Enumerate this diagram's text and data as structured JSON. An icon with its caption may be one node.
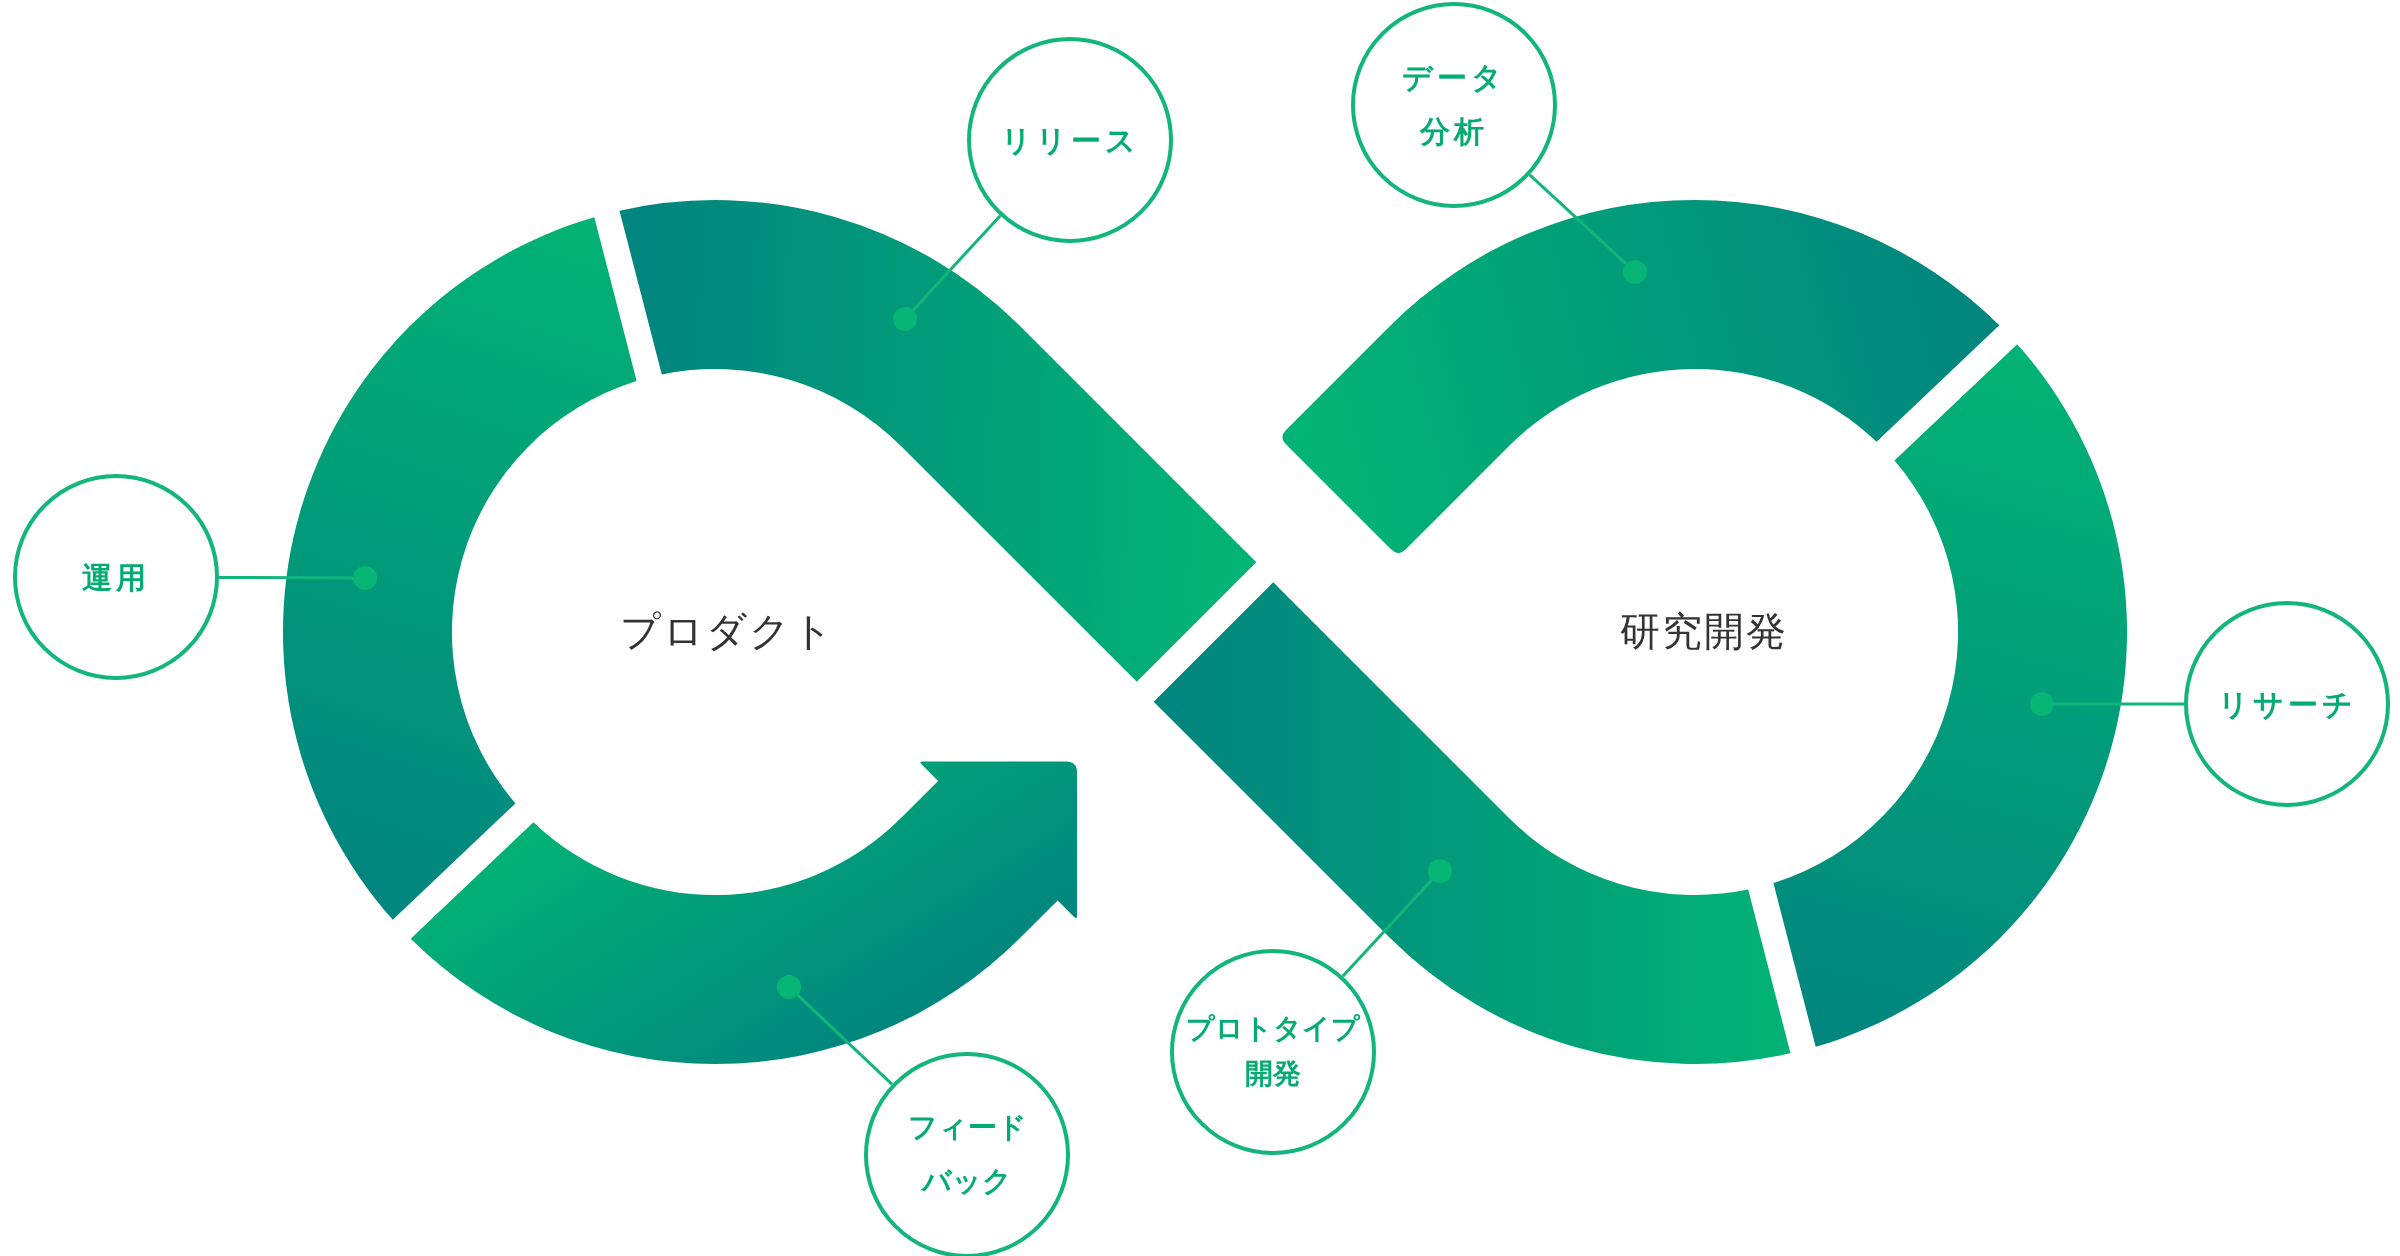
{
  "diagram": {
    "nodes": [
      {
        "text": [
          "リリース"
        ]
      },
      {
        "text": [
          "データ分析"
        ]
      },
      {
        "text": [
          "運用"
        ]
      },
      {
        "text": [
          "リサーチ"
        ]
      },
      {
        "text": [
          "フィードバック"
        ]
      },
      {
        "text": [
          "プロトタイプ開発"
        ]
      },
      {
        "text": [],
        "shape": "circle"
      },
      {
        "text": [],
        "shape": "circle"
      },
      {
        "text": [],
        "shape": "circle"
      },
      {
        "text": [],
        "shape": "circle"
      },
      {
        "text": [],
        "shape": "circle"
      },
      {
        "text": [],
        "shape": "circle"
      }
    ],
    "edges": [
      {
        "from": 0,
        "to": 6,
        "arrow": "none"
      },
      {
        "from": 1,
        "to": 7,
        "arrow": "none"
      },
      {
        "from": 2,
        "to": 8,
        "arrow": "none"
      },
      {
        "from": 3,
        "to": 9,
        "arrow": "none"
      },
      {
        "from": 4,
        "to": 10,
        "arrow": "none"
      },
      {
        "from": 5,
        "to": 11,
        "arrow": "none"
      }
    ],
    "labels": [
      "プロダクト",
      "研究開発"
    ]
  }
}
